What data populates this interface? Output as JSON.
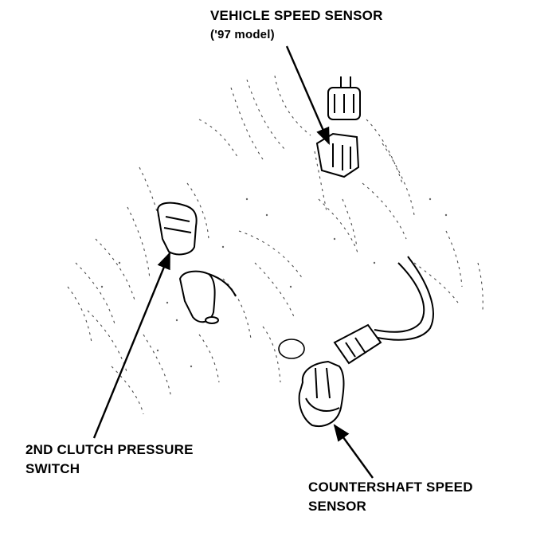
{
  "labels": {
    "vehicle_speed_sensor": {
      "line1": "VEHICLE SPEED SENSOR",
      "line2": "('97 model)"
    },
    "clutch_pressure_switch": {
      "line1": "2ND CLUTCH PRESSURE",
      "line2": "SWITCH"
    },
    "countershaft_speed_sensor": {
      "line1": "COUNTERSHAFT SPEED",
      "line2": "SENSOR"
    }
  },
  "colors": {
    "ink": "#000000",
    "paper": "#ffffff"
  }
}
